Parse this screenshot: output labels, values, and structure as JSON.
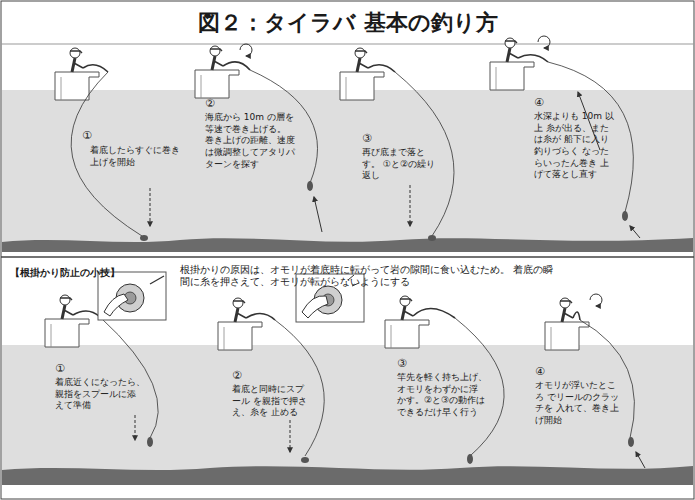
{
  "diagram": {
    "title": "図２：タイラバ 基本の釣り方",
    "labels": [
      "①",
      "着底したらすぐに巻き上げを開始",
      "②",
      "海底から 10m の層を等速で巻き上げる。 巻き上げの距離、速度は微調整してアタリパターンを探す",
      "③",
      "再び底まで落とす。 ①と②の繰り返し",
      "④",
      "水深よりも 10m 以上 糸が出る、または糸が 船下に入り釣りづらく なったらいったん巻き 上げて落とし直す",
      "【根掛かり防止の小技】",
      "根掛かりの原因は、オモリが着底時に転がって岩の隙間に食い込むため。 着底の瞬間に糸を押さえて、オモリが転がらないようにする",
      "①",
      "着底近くになったら、 親指をスプールに添 えて準備",
      "②",
      "着底と同時にスプール を親指で押さえ、糸を 止める",
      "③",
      "竿先を軽く持ち上げ、 オモリをわずかに浮 かす。②と③の動作は できるだけ早く行う",
      "④",
      "オモリが浮いたところ でリールのクラッチを 入れて、巻き上げ開始"
    ]
  }
}
